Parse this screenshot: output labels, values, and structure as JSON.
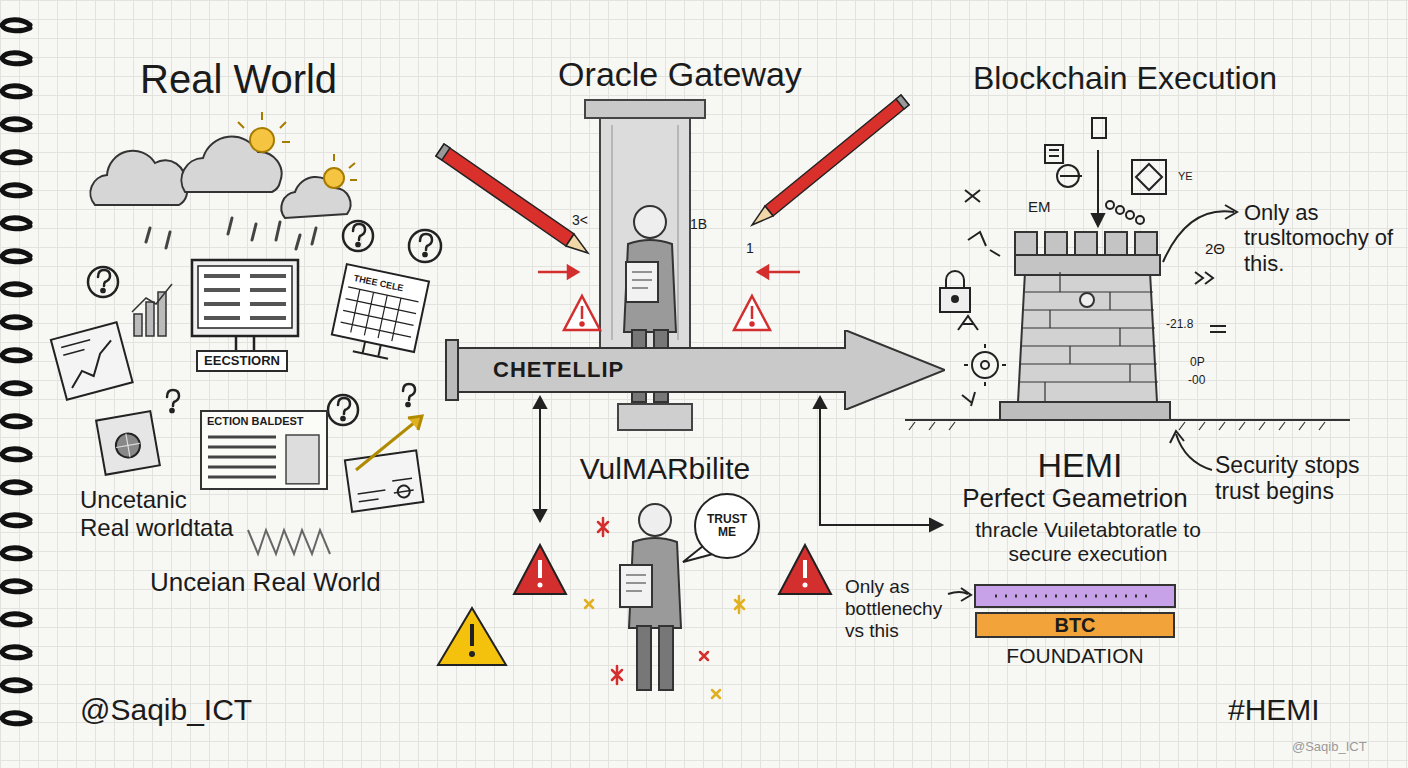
{
  "diagram": {
    "nodes": [
      {
        "text": [
          "EECSTIORN"
        ]
      },
      {
        "text": [
          "ECTION BALDEST"
        ]
      },
      {
        "text": [
          "CHETELLIP"
        ]
      },
      {
        "text": [
          "TRUST ME"
        ]
      },
      {
        "text": [
          "BTC",
          "FOUNDATION"
        ]
      }
    ],
    "labels": [
      "Real World",
      "Oracle Gateway",
      "Blockchain Execution",
      "THEE CELE",
      "Uncetanic Real worldtata",
      "Unceian Real World",
      "3<",
      "1B",
      "1",
      "VulMARbilite",
      "EM",
      "YE",
      "2Θ",
      "Only as trusltomochy of this.",
      "-21.8",
      "0P",
      "-00",
      "HEMI",
      "Perfect Geametrion",
      "thracle Vuiletabtoratle to secure execution",
      "Security stops trust begins",
      "Only as bottlenechy vs this",
      "@Saqib_ICT",
      "#HEMI",
      "@Saqib_ICT"
    ]
  }
}
